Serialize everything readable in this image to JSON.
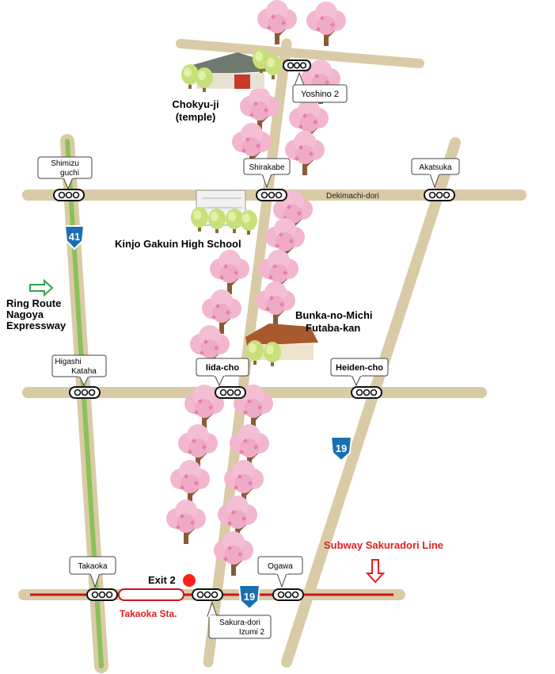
{
  "places": {
    "chokyuji_line1": "Chokyu-ji",
    "chokyuji_line2": "(temple)",
    "kinjo": "Kinjo Gakuin High School",
    "futaba_line1": "Bunka-no-Michi",
    "futaba_line2": "Futaba-kan",
    "takaoka_sta": "Takaoka Sta.",
    "exit2": "Exit 2"
  },
  "roads": {
    "dekimachi": "Dekimachi-dori",
    "route41": "41",
    "route19_a": "19",
    "route19_b": "19"
  },
  "expressway": {
    "line1": "Ring Route",
    "line2": "Nagoya",
    "line3": "Expressway"
  },
  "subway": {
    "label": "Subway Sakuradori Line"
  },
  "signals": {
    "yoshino2": "Yoshino 2",
    "shimizu_1": "Shimizu",
    "shimizu_2": "guchi",
    "shirakabe": "Shirakabe",
    "akatsuka": "Akatsuka",
    "higashi_1": "Higashi",
    "higashi_2": "Kataha",
    "iidacho": "Iida-cho",
    "heidencho": "Heiden-cho",
    "takaoka": "Takaoka",
    "ogawa": "Ogawa",
    "sakura_1": "Sakura-dori",
    "sakura_2": "Izumi 2"
  },
  "colors": {
    "road": "#d9cba6",
    "green_line": "#8cc05a",
    "subway": "#c8141e",
    "route_shield": "#1a6fb0",
    "blossom": "#f2b6cf",
    "trunk": "#8a5a34",
    "red_text": "#e02020"
  }
}
